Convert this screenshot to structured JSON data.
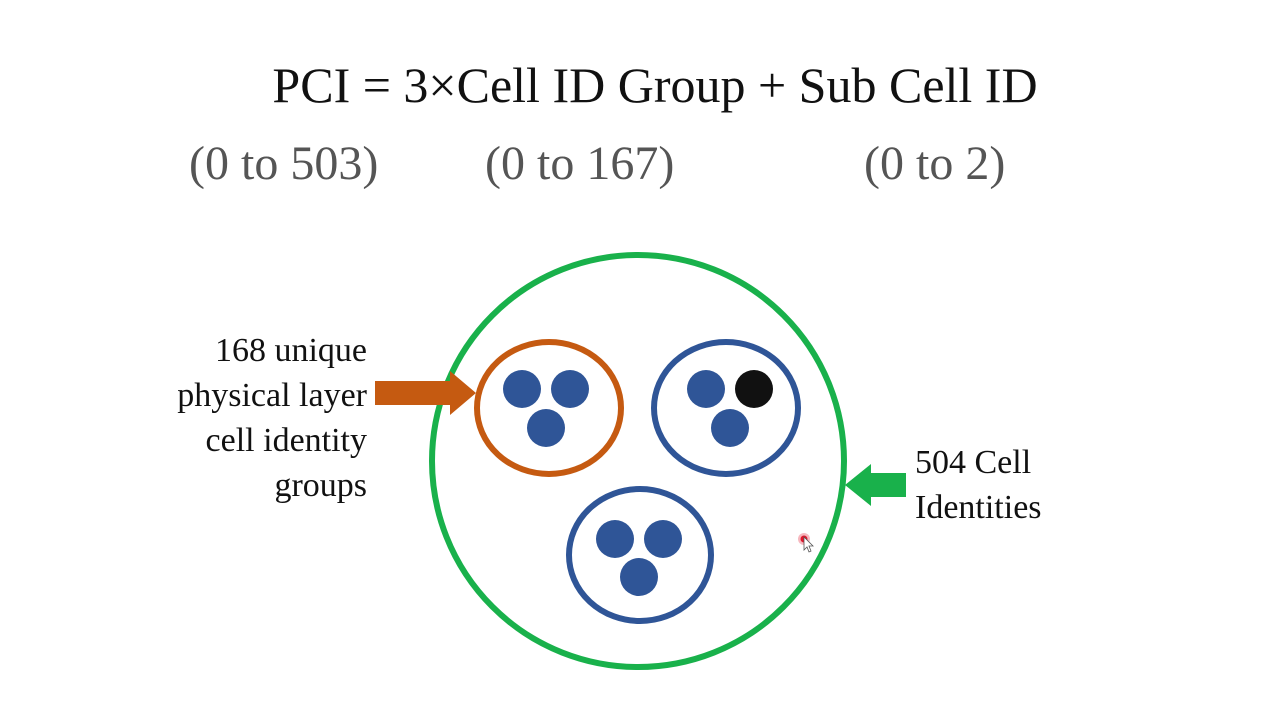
{
  "formula": {
    "text": "PCI = 3×Cell ID Group + Sub Cell ID"
  },
  "ranges": {
    "pci": "(0 to 503)",
    "group": "(0 to 167)",
    "sub": "(0 to 2)"
  },
  "labels": {
    "groups_lines": [
      "168 unique",
      "physical layer",
      "cell identity",
      "groups"
    ],
    "identities_lines": [
      "504 Cell",
      "Identities"
    ]
  },
  "colors": {
    "outer_circle": "#19b14b",
    "group_orange": "#c55a11",
    "group_blue": "#2f5597",
    "cell_dot": "#2f5597",
    "selected_dot": "#111111",
    "arrow_orange": "#c55a11",
    "arrow_green": "#19b14b",
    "cursor_dot": "#e0162b"
  },
  "icons": {
    "cursor": "mouse-pointer-icon"
  }
}
